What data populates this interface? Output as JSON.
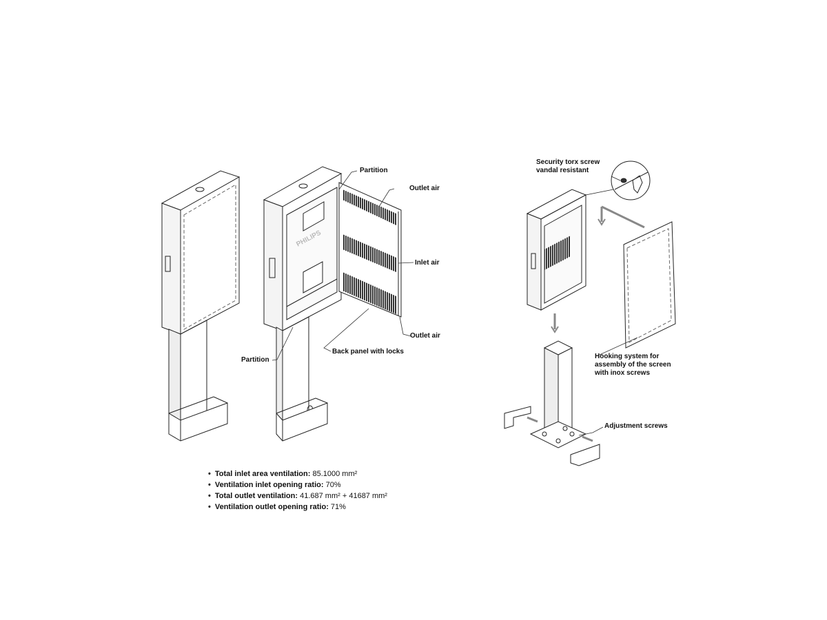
{
  "labels": {
    "partition_top": "Partition",
    "outlet_air_top": "Outlet air",
    "inlet_air": "Inlet air",
    "outlet_air_bottom": "Outlet air",
    "back_panel": "Back panel with locks",
    "partition_bottom": "Partition",
    "security_line1": "Security torx screw",
    "security_line2": "vandal resistant",
    "hooking_line1": "Hooking system for",
    "hooking_line2": "assembly of the screen",
    "hooking_line3": "with inox screws",
    "adjustment": "Adjustment screws",
    "brand": "PHILIPS"
  },
  "specs": [
    {
      "label": "Total inlet area ventilation:",
      "value": "85.1000 mm²"
    },
    {
      "label": "Ventilation inlet opening ratio:",
      "value": "70%"
    },
    {
      "label": "Total outlet ventilation:",
      "value": "41.687 mm² + 41687 mm²"
    },
    {
      "label": "Ventilation outlet opening ratio:",
      "value": "71%"
    }
  ]
}
